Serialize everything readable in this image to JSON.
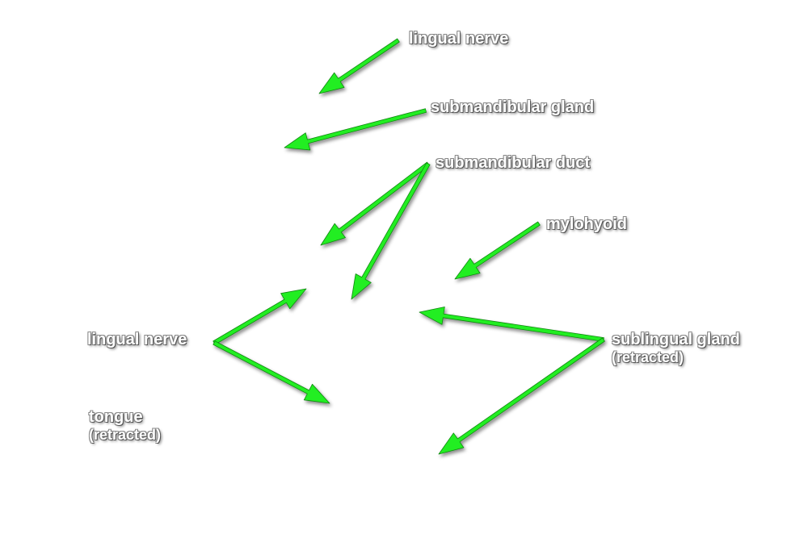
{
  "labels": {
    "lingual_nerve_top": "lingual nerve",
    "submandibular_gland": "submandibular gland",
    "submandibular_duct": "submandibular duct",
    "mylohyoid": "mylohyoid",
    "lingual_nerve_left": "lingual nerve",
    "sublingual_gland_line1": "sublingual gland",
    "sublingual_gland_line2": "(retracted)",
    "tongue_line1": "tongue",
    "tongue_line2": "(retracted)"
  },
  "colors": {
    "arrow": "#22ee22",
    "arrow_outline": "#118811",
    "label_text": "#ffffff"
  }
}
